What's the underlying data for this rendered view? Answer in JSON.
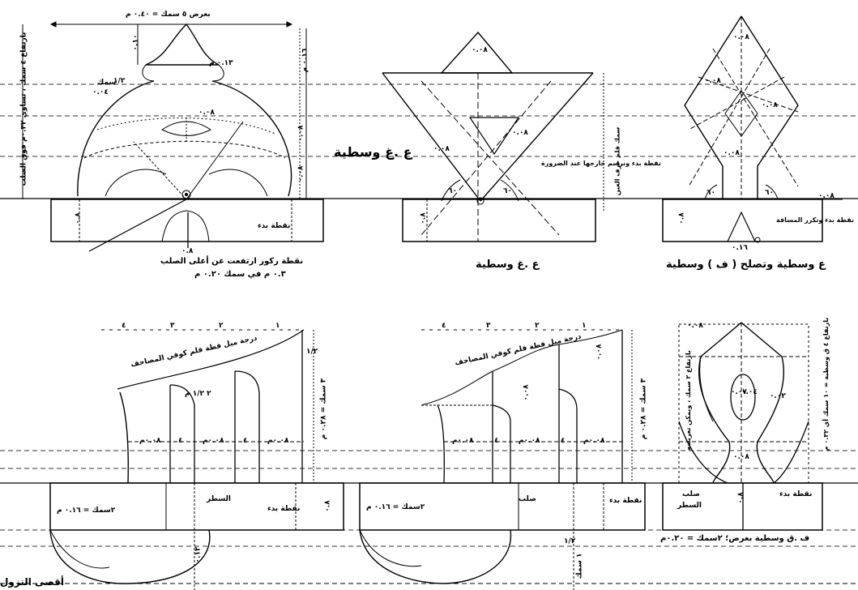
{
  "captions": {
    "top_left": "ع .غ وسطية",
    "top_mid": "ع .غ وسطية",
    "top_right": "ع وسطية وتصلح ( ف ) وسطية",
    "note_left_line1": "نقطة ركوز ارتفعت عن أعلى الصلب",
    "note_left_line2": "٠.٣ م في سمك ٠.٢٠ م",
    "bottom_right": "ف .ق وسطية بعرض؛ ٢سمك = ٠.٢٠م",
    "max_drop": "أقصى النزول"
  },
  "top_left_figure": {
    "width_dim": "بعرض ٥ سمك = ٠.٤٠ م",
    "height_dim": "بارتفاع ٤ سمك ، تساوي ٠.٣٢م فوق الصلب",
    "d_10": "٠.١٠",
    "d_13": "٠.١٣ م",
    "d_16": "٠.١٦ م",
    "d_08a": "٠.٠٨",
    "d_08b": "٠.٠٨",
    "d_08c": "٠.٠٨",
    "samk": "سمك",
    "samk_04": "٠.٠٤",
    "half": "١/٢",
    "start_point": "نقطة بدء",
    "base_08": "٠.٨",
    "base_08b": "٠.٨"
  },
  "top_mid_figure": {
    "d_08a": "٠.٠٨",
    "d_08b": "٠.٠٨",
    "d_08c": "٠.٠٨",
    "angle_a": "٦٠",
    "angle_b": "٦٠",
    "start_note": "نقطة بدء ونرسم خارجها عند الضرورة",
    "side_note": "سمك قلم حرف العين",
    "base_08": "٠.٨"
  },
  "top_right_figure": {
    "d_08a": "٠.٠٨",
    "d_08b": "٠.٠٨",
    "d_08c": "٠.٠٨",
    "d_08d": "٠.٠٨",
    "d_08e": "٠.٠٨",
    "angle_a": "٦٠",
    "angle_b": "٦٠",
    "start_note": "نقطة بدء وتكرر المسافة",
    "base_08": "٠.٨",
    "d_16": "٠.١٦"
  },
  "bottom_left_figure": {
    "scale": [
      "١",
      "٢",
      "٣",
      "٤"
    ],
    "slope_note": "درجة ميل قطة قلم كوفي المصاحف",
    "half_note": "٢ ١/٢ م",
    "seg_a": "٠.٠٨م",
    "seg_b": "٤",
    "seg_c": "٠.٠٨م",
    "seg_d": "٤",
    "seg_e": "٠.٠٨م",
    "height_dim": "٣ سمك = ٠.٢٨ م",
    "base_thick": "٢سمك = ٠.١٦ م",
    "line": "السطر",
    "start_point": "نقطة بدء",
    "side_08": "٠.٨",
    "drop_12": "٠.١٢",
    "half_frac": "١/٢"
  },
  "bottom_mid_figure": {
    "scale": [
      "١",
      "٢",
      "٣",
      "٤"
    ],
    "slope_note": "درجة ميل قطة قلم كوفي المصاحف",
    "seg_a": "٠.٠٨م",
    "seg_b": "٤",
    "seg_c": "٠.٠٨م",
    "seg_d": "٤",
    "seg_e": "٠.٠٨م",
    "v_08a": "٠.٠٨",
    "v_08b": "٠.٠٨",
    "height_dim": "٣ سمك = ٠.٢٨ م",
    "base_thick": "٢سمك = ٠.١٦ م",
    "sulb": "صلب",
    "start_point": "نقطة بدء",
    "drop_note": "١ سمك",
    "half_frac": "١/٢"
  },
  "bottom_right_figure": {
    "top_08": "٠.٠٨",
    "d_07": "٠.٠٧",
    "d_04": "٠.٠٤",
    "d_08": "٠.٠٨",
    "d_02": "٠.٠٢",
    "left_note": "بارتفاع ٢ سمك ، ويمكن تعريضه",
    "right_note": "بارتفاع ٤ ق وسطية = ١٠ سمك أي ٠.٣٢ م",
    "sulb": "صلب",
    "line": "السطر",
    "start_point": "نقطة بدء",
    "base_08": "٠.٨"
  }
}
